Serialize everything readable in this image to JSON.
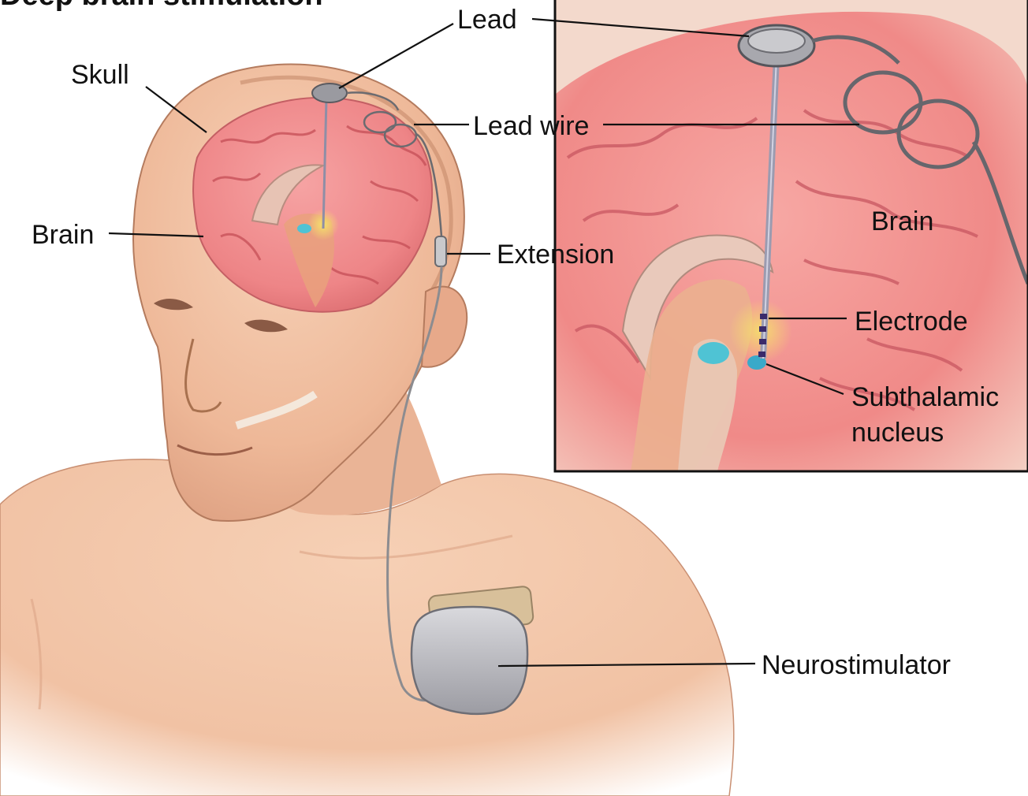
{
  "title": "Deep brain stimulation",
  "labels": {
    "lead": "Lead",
    "skull": "Skull",
    "lead_wire": "Lead wire",
    "brain_left": "Brain",
    "extension": "Extension",
    "brain_inset": "Brain",
    "electrode": "Electrode",
    "subthalamic_1": "Subthalamic",
    "subthalamic_2": "nucleus",
    "neurostimulator": "Neurostimulator"
  },
  "colors": {
    "skin": "#f2c3a3",
    "skin_shadow": "#d99c7c",
    "brain": "#f08c8c",
    "brain_dark": "#c84a52",
    "device": "#b9b9bd",
    "nucleus": "#4fc3d4",
    "text": "#111111"
  }
}
